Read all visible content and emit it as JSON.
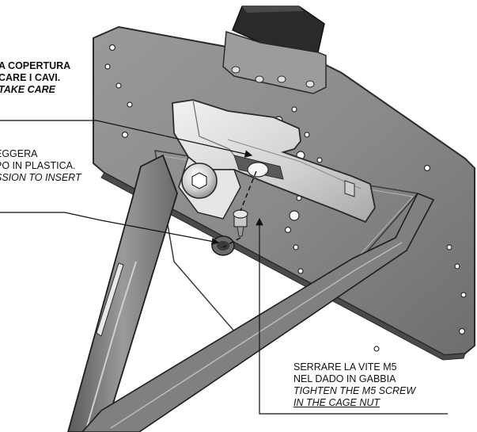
{
  "callouts": [
    {
      "lines": [
        {
          "text": "A COPERTURA",
          "italic": false
        },
        {
          "text": "CARE I CAVI.",
          "italic": false
        },
        {
          "text": "TAKE CARE",
          "italic": true
        }
      ]
    },
    {
      "lines": [
        {
          "text": "EGGERA",
          "italic": false
        },
        {
          "text": "PO IN PLASTICA.",
          "italic": false
        },
        {
          "text": "SSION TO INSERT",
          "italic": true
        }
      ]
    },
    {
      "lines": [
        {
          "text": "SERRARE LA VITE M5",
          "italic": false
        },
        {
          "text": "NEL DADO IN GABBIA",
          "italic": false
        },
        {
          "text": "TIGHTEN THE M5 SCREW",
          "italic": true
        },
        {
          "text": "IN THE CAGE NUT",
          "italic": true
        }
      ]
    }
  ],
  "colors": {
    "ink": "#111111",
    "plate": "#8e8e8e",
    "plate_dark": "#5c5c5c",
    "plate_edge": "#2b2b2b",
    "bracket": "#d8d8d8",
    "arm": "#7a7a7a",
    "rubber": "#2a2a2a"
  }
}
